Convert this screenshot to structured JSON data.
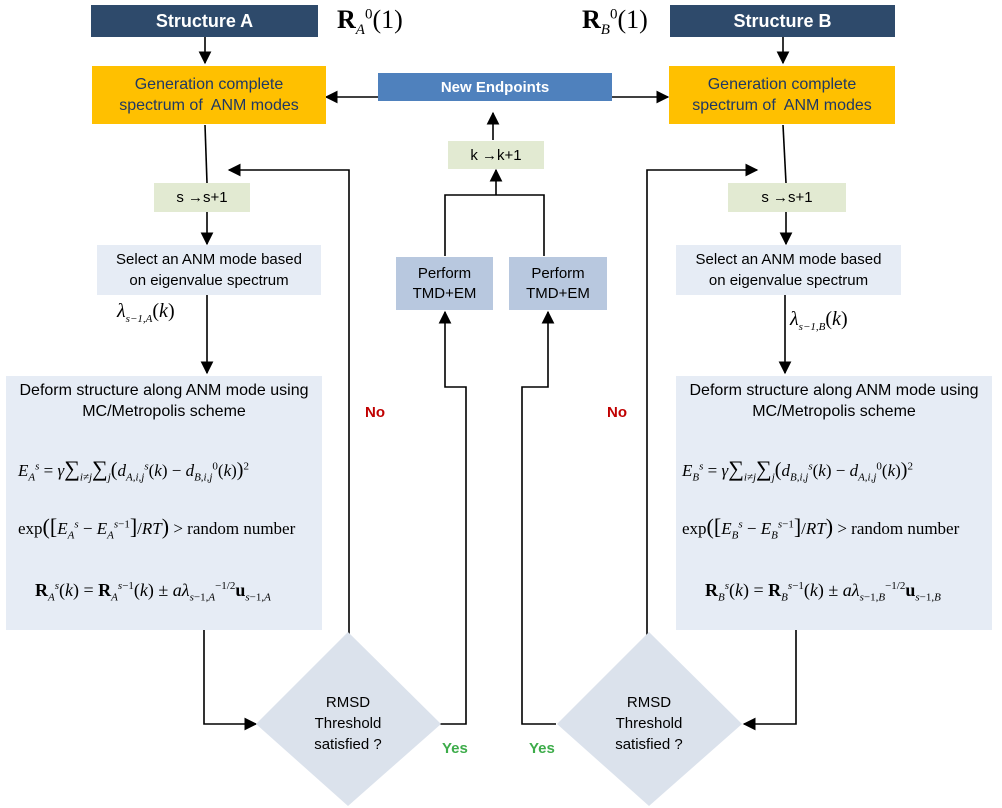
{
  "structure_a": "Structure A",
  "structure_b": "Structure B",
  "generation_line1": "Generation complete",
  "generation_line2": "spectrum of  ANM modes",
  "new_endpoints": "New Endpoints",
  "k_increment": "k →k+1",
  "s_increment": "s →s+1",
  "select_line1": "Select an ANM mode based",
  "select_line2": "on eigenvalue spectrum",
  "perform_line1": "Perform",
  "perform_line2": "TMD+EM",
  "deform_line1": "Deform structure along ANM mode using",
  "deform_line2": "MC/Metropolis scheme",
  "rmsd_line1": "RMSD",
  "rmsd_line2": "Threshold",
  "rmsd_line3": "satisfied ?",
  "no_label": "No",
  "yes_label": "Yes",
  "random_number": "random number",
  "exp_label": "exp",
  "label_a": "A",
  "label_b": "B"
}
